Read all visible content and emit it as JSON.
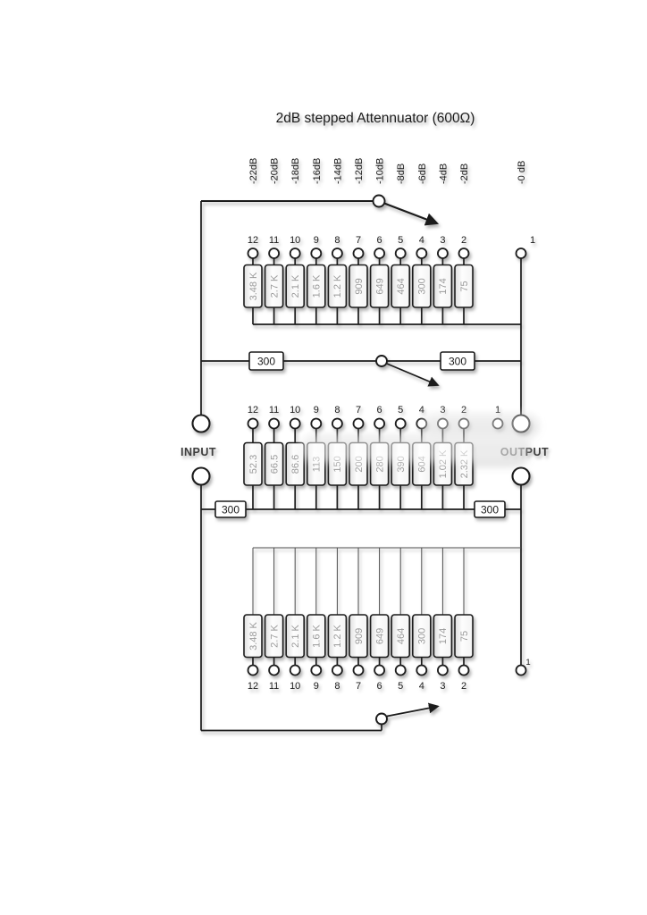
{
  "title": "2dB stepped Attennuator (600Ω)",
  "attenuation_labels": [
    "-22dB",
    "-20dB",
    "-18dB",
    "-16dB",
    "-14dB",
    "-12dB",
    "-10dB",
    "-8dB",
    "-6dB",
    "-4dB",
    "-2dB"
  ],
  "attenuation_label_bypass": "-0 dB",
  "switch_positions": [
    "12",
    "11",
    "10",
    "9",
    "8",
    "7",
    "6",
    "5",
    "4",
    "3",
    "2"
  ],
  "switch_position_one": "1",
  "io": {
    "input": "INPUT",
    "output": "OUTPUT"
  },
  "bridge_resistor_value": "300",
  "resistor_banks": {
    "top_series": [
      "3.48 K",
      "2.7 K",
      "2.1 K",
      "1.6 K",
      "1.2 K",
      "909",
      "649",
      "464",
      "300",
      "174",
      "75"
    ],
    "middle_shunt": [
      "52.3",
      "66.5",
      "86.6",
      "113",
      "150",
      "200",
      "280",
      "390",
      "604",
      "1.02 K",
      "2.32 K"
    ],
    "bottom_series": [
      "3.48 K",
      "2.7 K",
      "2.1 K",
      "1.6 K",
      "1.2 K",
      "909",
      "649",
      "464",
      "300",
      "174",
      "75"
    ]
  },
  "colors": {
    "wire": "#1b1b1b",
    "resistor_value_text": "#9a9a9a",
    "label_text": "#1b1b1b",
    "paper": "#ffffff"
  }
}
